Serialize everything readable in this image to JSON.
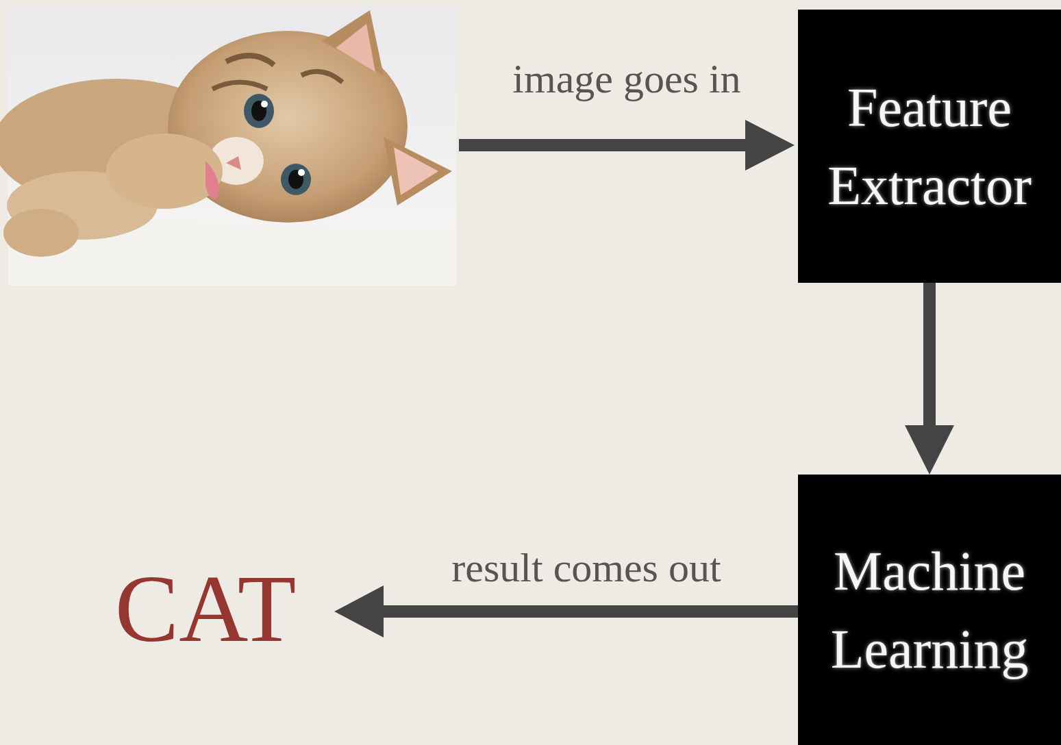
{
  "diagram": {
    "nodes": [
      {
        "text": [
          "Feature Extractor"
        ]
      },
      {
        "text": [
          "Machine Learning"
        ]
      }
    ],
    "edges": [
      {
        "from": 0,
        "to": 1,
        "arrow": "to"
      }
    ],
    "labels": [
      "image goes in",
      "result comes out",
      "CAT"
    ]
  }
}
